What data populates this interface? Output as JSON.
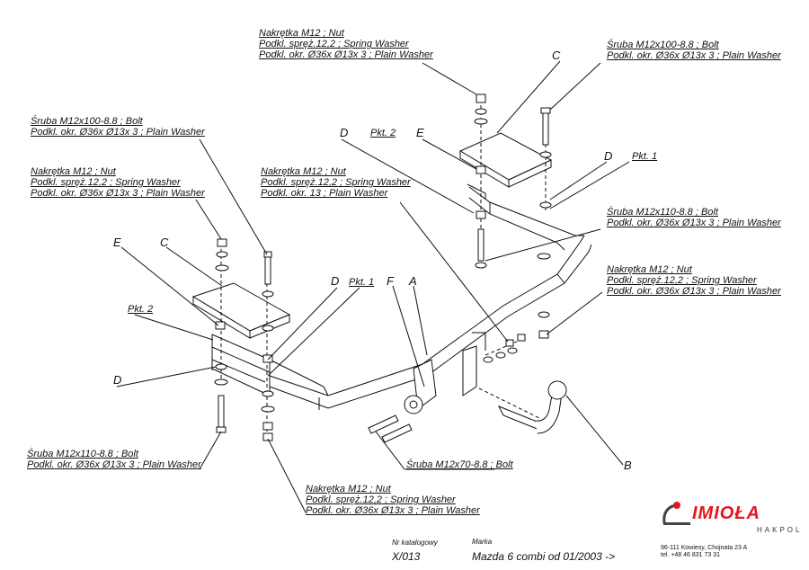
{
  "callouts": {
    "top_center": [
      "Nakrętka M12 ; Nut",
      "Podkl. spręż.12,2 ; Spring Washer",
      "Podkl. okr. Ø36x Ø13x 3 ; Plain Washer"
    ],
    "top_right": [
      "Śruba M12x100-8.8 ;  Bolt",
      "Podkl. okr. Ø36x Ø13x 3 ; Plain Washer"
    ],
    "left_bolt": [
      "Śruba M12x100-8.8 ;  Bolt",
      "Podkl. okr. Ø36x Ø13x 3 ; Plain Washer"
    ],
    "left_nut": [
      "Nakrętka M12 ; Nut",
      "Podkl. spręż.12,2 ; Spring Washer",
      "Podkl. okr. Ø36x Ø13x 3 ; Plain Washer"
    ],
    "mid_nut": [
      "Nakrętka M12 ; Nut",
      "Podkl. spręż.12,2 ; Spring Washer",
      "Podkl. okr. 13 ; Plain Washer"
    ],
    "right_bolt": [
      "Śruba M12x110-8.8 ;  Bolt",
      "Podkl. okr. Ø36x Ø13x 3 ; Plain Washer"
    ],
    "right_nut": [
      "Nakrętka M12 ; Nut",
      "Podkl. spręż.12,2 ; Spring Washer",
      "Podkl. okr. Ø36x Ø13x 3 ; Plain Washer"
    ],
    "bottom_left_bolt": [
      "Śruba M12x110-8.8 ;  Bolt",
      "Podkl. okr. Ø36x Ø13x 3 ; Plain Washer"
    ],
    "bottom_nut": [
      "Nakrętka M12 ; Nut",
      "Podkl. spręż.12,2 ; Spring Washer",
      "Podkl. okr. Ø36x Ø13x 3 ; Plain Washer"
    ],
    "ball_bolt": "Śruba M12x70-8.8 ;  Bolt"
  },
  "letters": {
    "a": "A",
    "b": "B",
    "c": "C",
    "d": "D",
    "e": "E",
    "f": "F"
  },
  "points": {
    "pkt1": "Pkt. 1",
    "pkt2": "Pkt. 2"
  },
  "footer": {
    "catalog_label": "Nr katalogowy",
    "catalog_value": "X/013",
    "brand_label": "Marka",
    "brand_value": "Mazda  6   combi   od 01/2003 ->"
  },
  "logo": {
    "name": "IMIOŁA",
    "sub": "HAKPOL",
    "address_line1": "96-111 Kowiesy, Chojnata 23 A",
    "address_line2": "tel. +48 46 831 73 31",
    "brand_color": "#e3171c"
  }
}
